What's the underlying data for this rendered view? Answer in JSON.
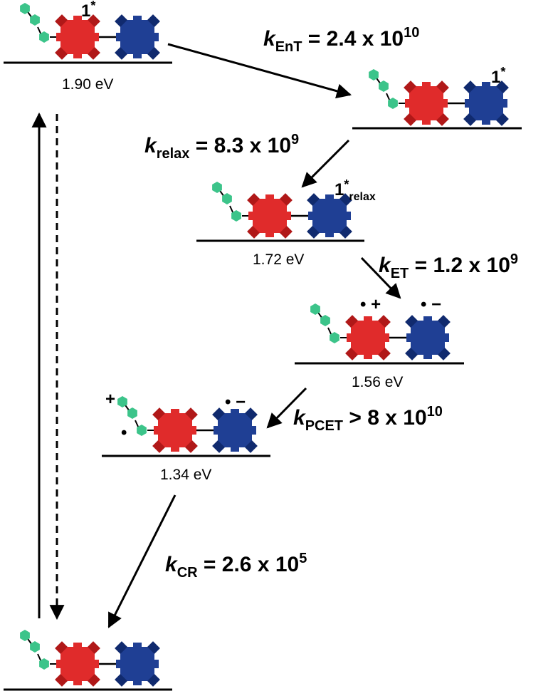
{
  "colors": {
    "donor_red": "#e02b2b",
    "acceptor_blue": "#1f3f94",
    "anchor_green": "#3cc48a",
    "line": "#000000"
  },
  "levels": [
    {
      "id": "L1",
      "energy": "1.90 eV",
      "state_label": "1",
      "state_sup": "*",
      "state_sub": ""
    },
    {
      "id": "L2",
      "energy": "",
      "state_label": "1",
      "state_sup": "*",
      "state_sub": ""
    },
    {
      "id": "L3",
      "energy": "1.72 eV",
      "state_label": "1",
      "state_sup": "*",
      "state_sub": "relax"
    },
    {
      "id": "L4",
      "energy": "1.56 eV",
      "state_label": "",
      "state_sup": "",
      "state_sub": ""
    },
    {
      "id": "L5",
      "energy": "1.34 eV",
      "state_label": "",
      "state_sup": "",
      "state_sub": ""
    },
    {
      "id": "L6",
      "energy": "",
      "state_label": "",
      "state_sup": "",
      "state_sub": ""
    }
  ],
  "charges": {
    "red_cation": "• +",
    "blue_anion": "• −",
    "blue_anion_2": "• −",
    "anchor_plus": "+",
    "anchor_dot": "•"
  },
  "rates": [
    {
      "id": "EnT",
      "k": "k",
      "sub": "EnT",
      "rel": " = ",
      "mantissa": "2.4 x 10",
      "exp": "10"
    },
    {
      "id": "relax",
      "k": "k",
      "sub": "relax",
      "rel": " = ",
      "mantissa": "8.3 x 10",
      "exp": "9"
    },
    {
      "id": "ET",
      "k": "k",
      "sub": "ET",
      "rel": " = ",
      "mantissa": "1.2 x 10",
      "exp": "9"
    },
    {
      "id": "PCET",
      "k": "k",
      "sub": "PCET",
      "rel": " > ",
      "mantissa": "8 x 10",
      "exp": "10"
    },
    {
      "id": "CR",
      "k": "k",
      "sub": "CR",
      "rel": " = ",
      "mantissa": "2.6 x 10",
      "exp": "5"
    }
  ]
}
